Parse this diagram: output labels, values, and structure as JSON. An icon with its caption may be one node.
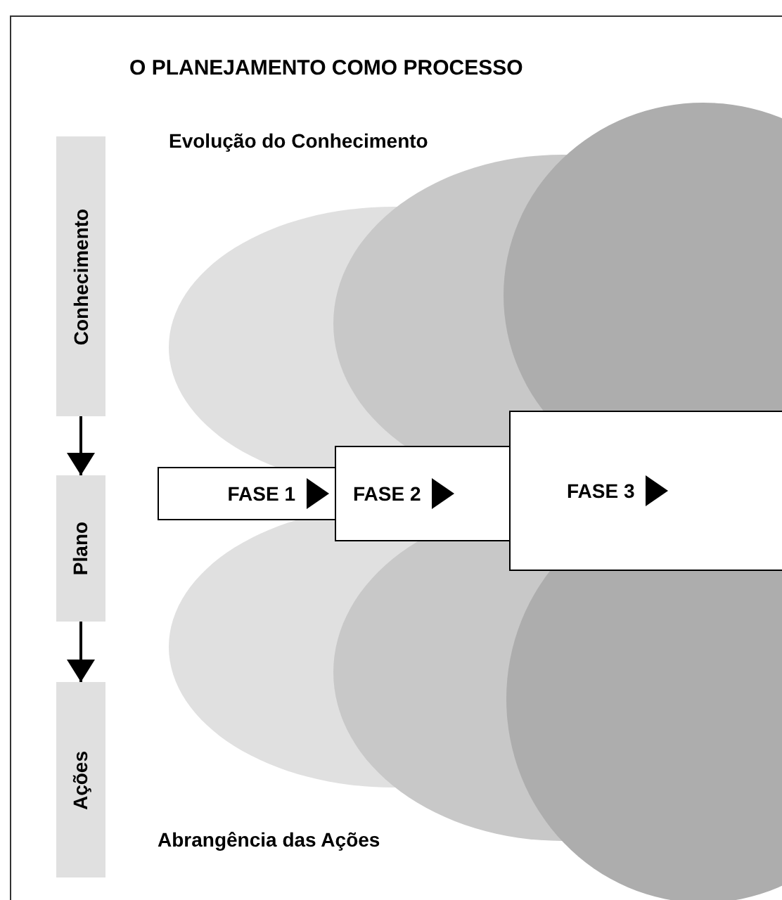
{
  "diagram": {
    "title": "O PLANEJAMENTO COMO PROCESSO",
    "nodes": [
      {
        "text": [
          "Conhecimento"
        ]
      },
      {
        "text": [
          "Plano"
        ]
      },
      {
        "text": [
          "Ações"
        ]
      },
      {
        "text": [
          "FASE 1"
        ]
      },
      {
        "text": [
          "FASE 2"
        ]
      },
      {
        "text": [
          "FASE 3"
        ]
      }
    ],
    "edges": [
      {
        "from": 0,
        "to": 1,
        "arrow": "to"
      },
      {
        "from": 1,
        "to": 2,
        "arrow": "to"
      }
    ],
    "labels": [
      "Evolução do Conhecimento",
      "Abrangência das Ações"
    ]
  }
}
